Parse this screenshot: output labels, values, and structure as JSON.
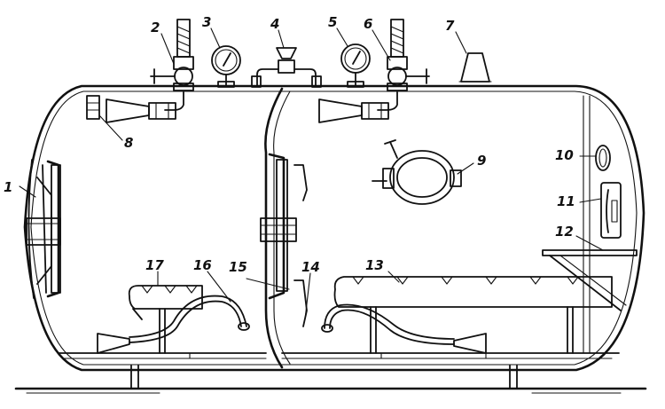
{
  "callouts": [
    "1",
    "2",
    "3",
    "4",
    "5",
    "6",
    "7",
    "8",
    "9",
    "10",
    "11",
    "12",
    "13",
    "14",
    "15",
    "16",
    "17"
  ],
  "colors": {
    "ink": "#111111",
    "paper": "#ffffff"
  }
}
